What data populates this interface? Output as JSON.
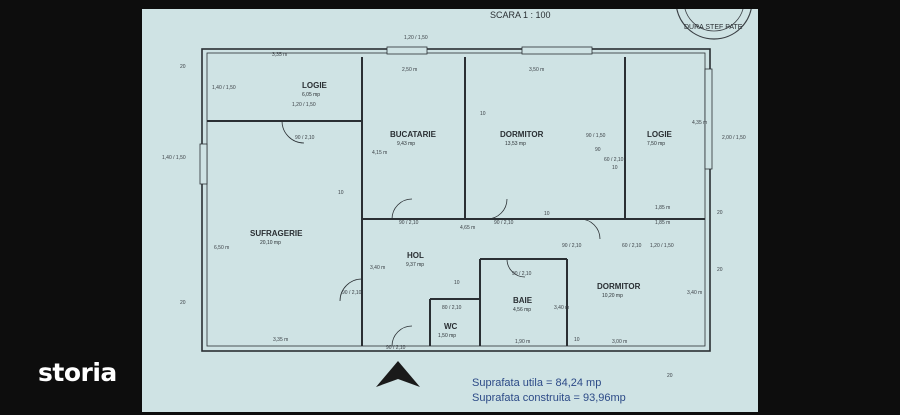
{
  "scale": "SCARA 1 : 100",
  "stamp": "DURA STEF PATE",
  "brand": "storia",
  "rooms": [
    {
      "name": "LOGIE",
      "area": "6,05 mp"
    },
    {
      "name": "BUCATARIE",
      "area": "9,43 mp"
    },
    {
      "name": "DORMITOR",
      "area": "13,53 mp"
    },
    {
      "name": "LOGIE",
      "area": "7,50 mp"
    },
    {
      "name": "SUFRAGERIE",
      "area": "20,10 mp"
    },
    {
      "name": "HOL",
      "area": "9,37 mp"
    },
    {
      "name": "BAIE",
      "area": "4,56 mp"
    },
    {
      "name": "WC",
      "area": "1,50 mp"
    },
    {
      "name": "DORMITOR",
      "area": "10,20 mp"
    }
  ],
  "dimensions": [
    "3,35 m",
    "2,50 m",
    "3,50 m",
    "1,85 m",
    "4,65 m",
    "3,35 m",
    "1,90 m",
    "3,00 m",
    "1,85 m",
    "4,15 m",
    "6,50 m",
    "3,40 m",
    "3,40 m",
    "3,40 m",
    "4,35 m",
    "20",
    "20",
    "20",
    "20",
    "20",
    "10",
    "10",
    "10",
    "10",
    "10",
    "10",
    "90"
  ],
  "door_codes": [
    "90 / 2,10",
    "90 / 2,10",
    "90 / 2,10",
    "90 / 2,10",
    "90 / 2,10",
    "90 / 2,10",
    "90 / 2,10",
    "80 / 2,10",
    "60 / 2,10",
    "60 / 2,10"
  ],
  "window_codes": [
    "90 / 1,50",
    "1,40 / 1,50",
    "2,00 / 1,50",
    "1,20 / 1,50",
    "1,40 / 1,50",
    "1,20 / 1,50",
    "1,20 / 1,50"
  ],
  "totals": {
    "utila": "Suprafata utila = 84,24 mp",
    "construita": "Suprafata construita = 93,96mp"
  },
  "colors": {
    "paper": "#cfe3e4",
    "line": "#2a2f33",
    "accent": "#2c4a87"
  }
}
